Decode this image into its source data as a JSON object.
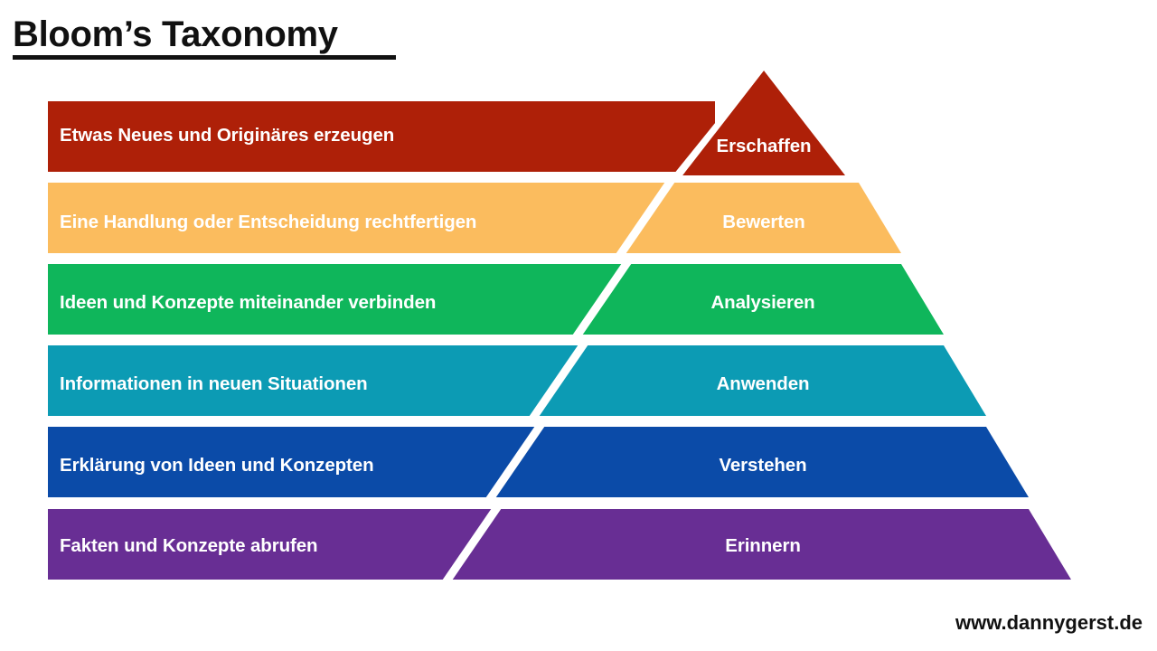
{
  "page": {
    "title": "Bloom’s Taxonomy",
    "footer_url": "www.dannygerst.de",
    "background_color": "#FFFFFF",
    "title_color": "#111111"
  },
  "chart_data": {
    "type": "pyramid",
    "title": "Bloom’s Taxonomy",
    "orientation": "apex-up",
    "language": "de",
    "level_count": 6,
    "label_color": "#FFFFFF",
    "levels": [
      {
        "rank": 6,
        "level": "Erschaffen",
        "description": "Etwas Neues und Originäres erzeugen",
        "color": "#AE2008"
      },
      {
        "rank": 5,
        "level": "Bewerten",
        "description": "Eine Handlung oder Entscheidung rechtfertigen",
        "color": "#FBBC5E"
      },
      {
        "rank": 4,
        "level": "Analysieren",
        "description": "Ideen und Konzepte miteinander verbinden",
        "color": "#0FB65B"
      },
      {
        "rank": 3,
        "level": "Anwenden",
        "description": "Informationen in neuen Situationen",
        "color": "#0C9BB4"
      },
      {
        "rank": 2,
        "level": "Verstehen",
        "description": "Erklärung von Ideen und Konzepten",
        "color": "#0B4BA8"
      },
      {
        "rank": 1,
        "level": "Erinnern",
        "description": "Fakten und Konzepte abrufen",
        "color": "#682E94"
      }
    ]
  }
}
